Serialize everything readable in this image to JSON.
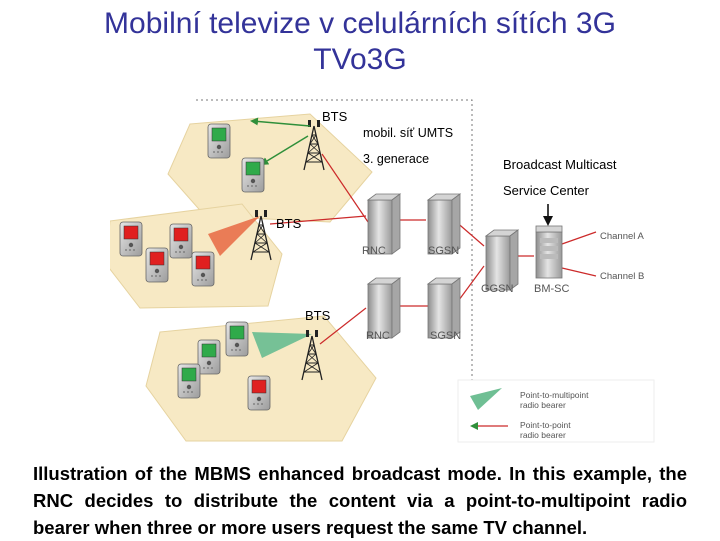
{
  "title": {
    "line1": "Mobilní televize v celulárních sítích 3G",
    "line2": "TVo3G"
  },
  "labels": {
    "bts_top": "BTS",
    "bts_mid": "BTS",
    "bts_bottom": "BTS",
    "umts_net": "mobil. síť UMTS",
    "generation": "3. generace",
    "bm_line1": "Broadcast Multicast",
    "bm_line2": "Service Center",
    "rnc_top": "RNC",
    "sgsn_top": "SGSN",
    "rnc_bottom": "RNC",
    "sgsn_bottom": "SGSN",
    "ggsn": "GGSN",
    "bmsc": "BM-SC",
    "channel_a": "Channel A",
    "channel_b": "Channel B"
  },
  "legend": {
    "ptm_line1": "Point-to-multipoint",
    "ptm_line2": "radio bearer",
    "ptp_line1": "Point-to-point",
    "ptp_line2": "radio bearer"
  },
  "caption": "Illustration of the MBMS enhanced broadcast mode. In this example, the RNC decides to distribute the content via a point-to-multipoint radio bearer when three or more users request the same TV channel.",
  "colors": {
    "title": "#333399",
    "link": "#cc2a2a",
    "arrow": "#2f8f3a",
    "area": "#f7e9c4",
    "ptm_beam": "#6fbf94",
    "pp_beam": "#e8704a",
    "phone_green": "#2faa4a",
    "phone_red": "#e02020"
  }
}
